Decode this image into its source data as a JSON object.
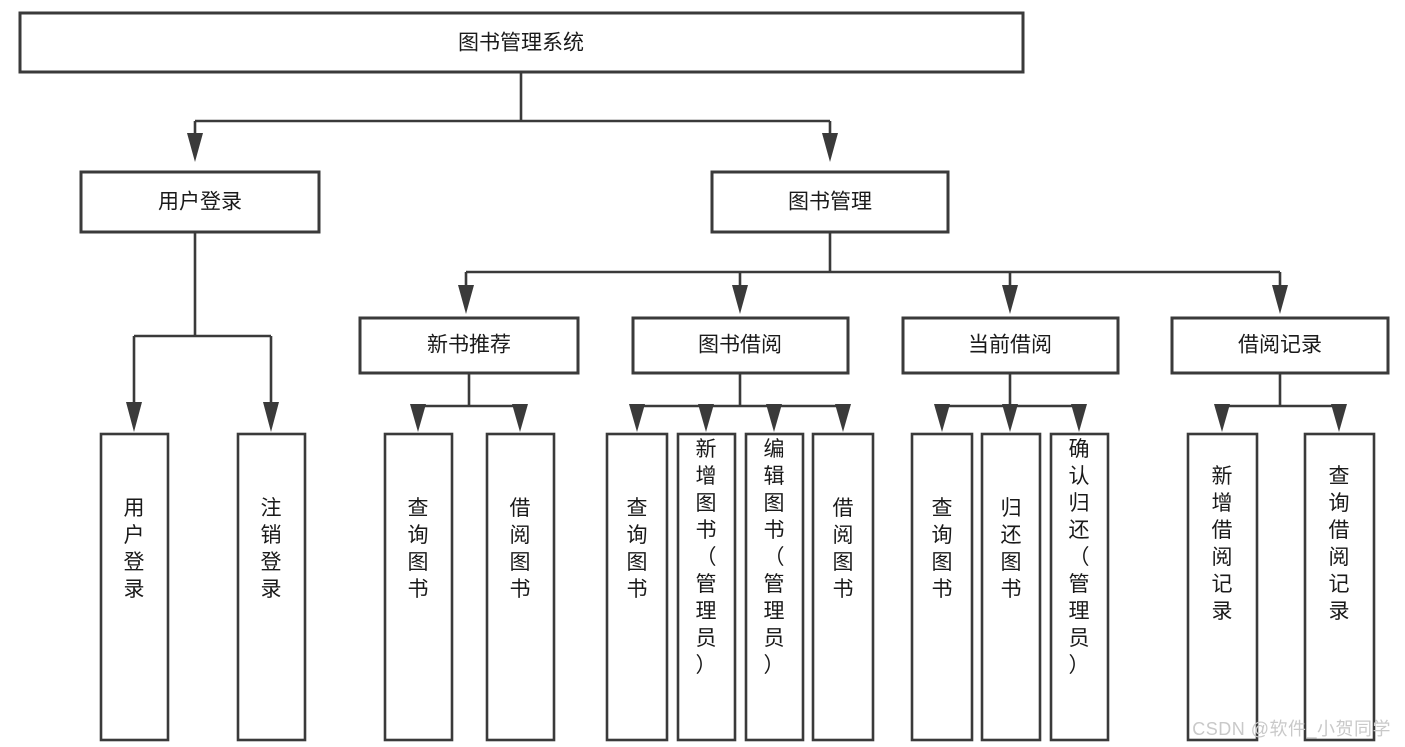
{
  "diagram": {
    "type": "tree-hierarchy-chart",
    "title": "图书管理系统",
    "watermark": "CSDN @软件_小贺同学",
    "colors": {
      "box_fill": "#ffffff",
      "box_stroke": "#3a3a3a",
      "text": "#1a1a1a",
      "background": "#ffffff",
      "watermark": "#c9c9c9"
    },
    "levels": {
      "root": {
        "label": "图书管理系统",
        "orientation": "horizontal"
      },
      "level1": [
        {
          "id": "user-login",
          "label": "用户登录",
          "orientation": "horizontal"
        },
        {
          "id": "book-manage",
          "label": "图书管理",
          "orientation": "horizontal"
        }
      ],
      "level2": [
        {
          "id": "new-book-rec",
          "label": "新书推荐",
          "orientation": "horizontal",
          "parent": "book-manage"
        },
        {
          "id": "book-borrow",
          "label": "图书借阅",
          "orientation": "horizontal",
          "parent": "book-manage"
        },
        {
          "id": "current-borrow",
          "label": "当前借阅",
          "orientation": "horizontal",
          "parent": "book-manage"
        },
        {
          "id": "borrow-record",
          "label": "借阅记录",
          "orientation": "horizontal",
          "parent": "book-manage"
        }
      ],
      "leaves": [
        {
          "id": "leaf-user-login",
          "label": "用户登录",
          "orientation": "vertical",
          "parent": "user-login"
        },
        {
          "id": "leaf-user-logout",
          "label": "注销登录",
          "orientation": "vertical",
          "parent": "user-login"
        },
        {
          "id": "leaf-query-book-1",
          "label": "查询图书",
          "orientation": "vertical",
          "parent": "new-book-rec"
        },
        {
          "id": "leaf-borrow-book-1",
          "label": "借阅图书",
          "orientation": "vertical",
          "parent": "new-book-rec"
        },
        {
          "id": "leaf-query-book-2",
          "label": "查询图书",
          "orientation": "vertical",
          "parent": "book-borrow"
        },
        {
          "id": "leaf-add-book",
          "label": "新增图书（管理员）",
          "orientation": "vertical",
          "parent": "book-borrow"
        },
        {
          "id": "leaf-edit-book",
          "label": "编辑图书（管理员）",
          "orientation": "vertical",
          "parent": "book-borrow"
        },
        {
          "id": "leaf-borrow-book-2",
          "label": "借阅图书",
          "orientation": "vertical",
          "parent": "book-borrow"
        },
        {
          "id": "leaf-query-book-3",
          "label": "查询图书",
          "orientation": "vertical",
          "parent": "current-borrow"
        },
        {
          "id": "leaf-return-book",
          "label": "归还图书",
          "orientation": "vertical",
          "parent": "current-borrow"
        },
        {
          "id": "leaf-confirm-return",
          "label": "确认归还（管理员）",
          "orientation": "vertical",
          "parent": "current-borrow"
        },
        {
          "id": "leaf-add-record",
          "label": "新增借阅记录",
          "orientation": "vertical",
          "parent": "borrow-record"
        },
        {
          "id": "leaf-query-record",
          "label": "查询借阅记录",
          "orientation": "vertical",
          "parent": "borrow-record"
        }
      ]
    }
  }
}
